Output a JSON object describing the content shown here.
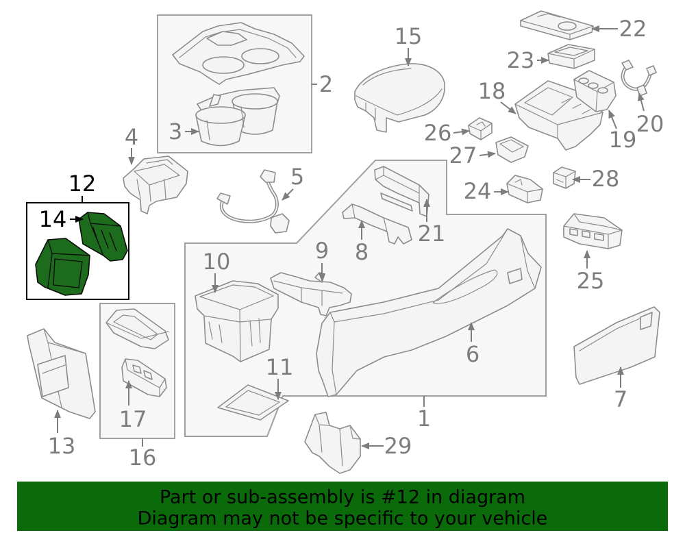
{
  "callouts": [
    "1",
    "2",
    "3",
    "4",
    "5",
    "6",
    "7",
    "8",
    "9",
    "10",
    "11",
    "12",
    "13",
    "14",
    "15",
    "16",
    "17",
    "18",
    "19",
    "20",
    "21",
    "22",
    "23",
    "24",
    "25",
    "26",
    "27",
    "28",
    "29"
  ],
  "banner": {
    "line1": "Part or sub-assembly is #12 in diagram",
    "line2": "Diagram may not be specific to your vehicle"
  },
  "colors": {
    "highlight": "#1d6b1d",
    "banner_background": "#0b6b0b",
    "line_art": "#8c8c8c"
  }
}
